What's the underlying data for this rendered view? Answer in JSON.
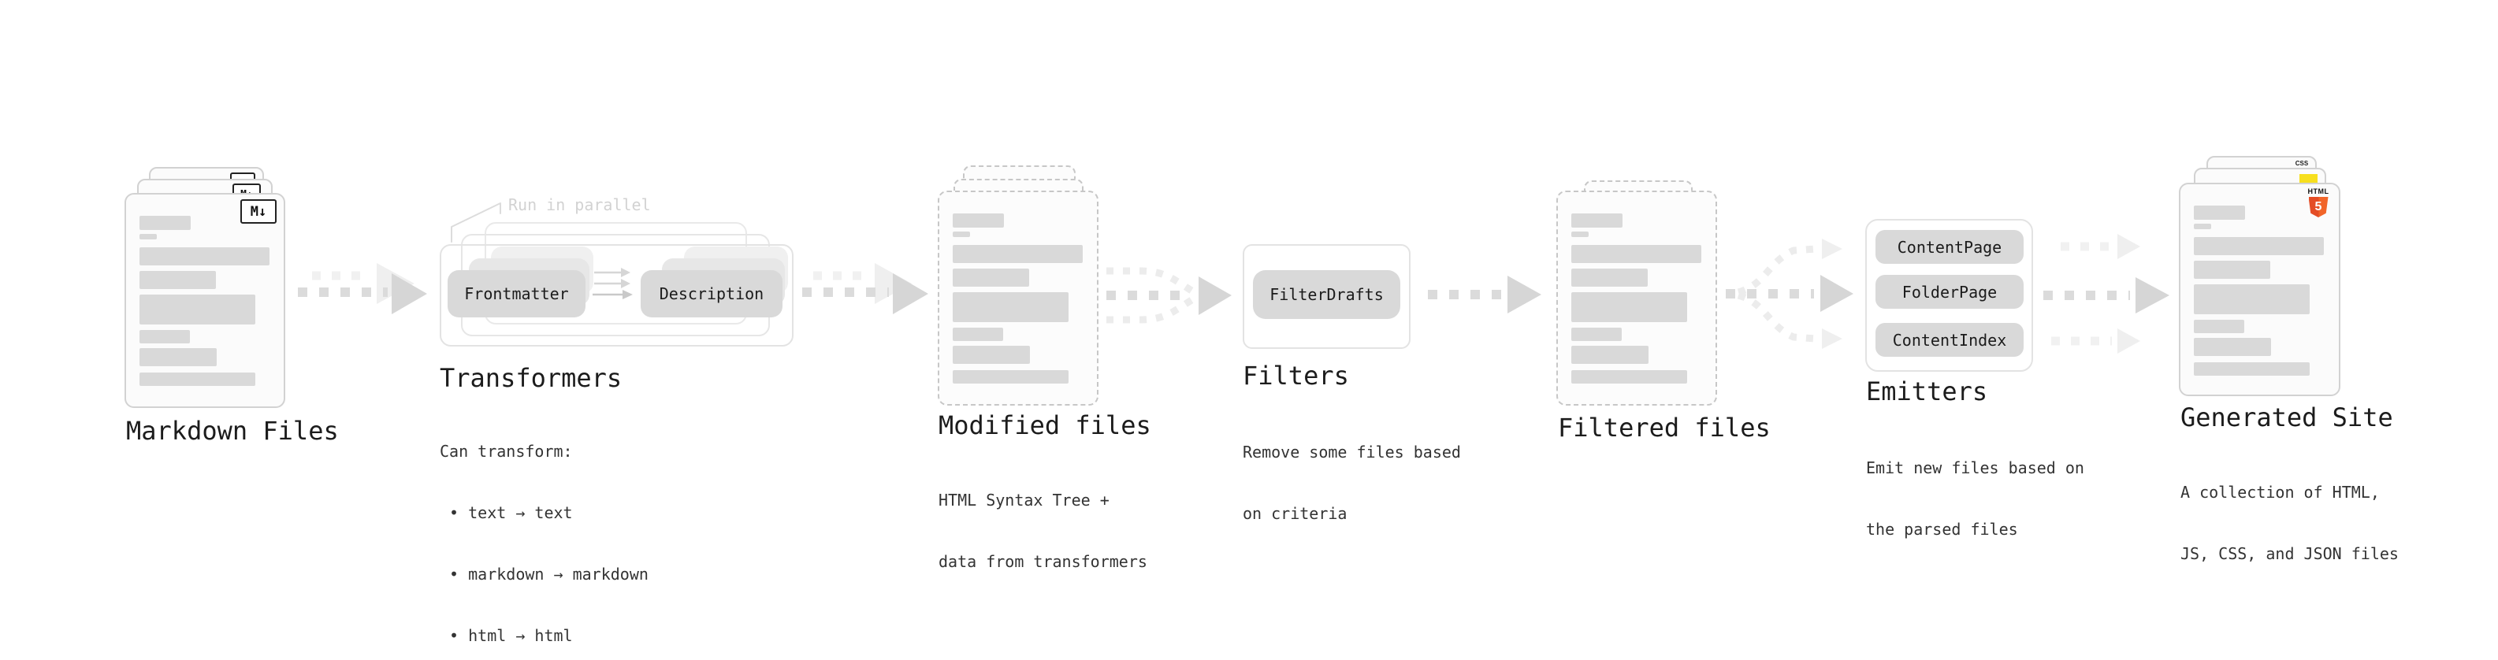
{
  "stages": {
    "markdown": {
      "title": "Markdown Files"
    },
    "transformers": {
      "title": "Transformers",
      "annotation": "Run in parallel",
      "pill_a": "Frontmatter",
      "pill_b": "Description",
      "body": [
        "Can transform:",
        " • text → text",
        " • markdown → markdown",
        " • html → html"
      ]
    },
    "modified": {
      "title": "Modified files",
      "body": [
        "HTML Syntax Tree +",
        "data from transformers"
      ]
    },
    "filters": {
      "title": "Filters",
      "pill": "FilterDrafts",
      "body": [
        "Remove some files based",
        "on criteria"
      ]
    },
    "filtered": {
      "title": "Filtered files"
    },
    "emitters": {
      "title": "Emitters",
      "pills": [
        "ContentPage",
        "FolderPage",
        "ContentIndex"
      ],
      "body": [
        "Emit new files based on",
        "the parsed files"
      ]
    },
    "generated": {
      "title": "Generated Site",
      "body": [
        "A collection of HTML,",
        "JS, CSS, and JSON files"
      ]
    }
  },
  "icons": {
    "markdown_badge": "M↓",
    "html5_wordmark": "HTML",
    "html5_numeral": "5",
    "css_badge": "CSS"
  },
  "colors": {
    "html5_orange": "#e44d26",
    "js_yellow": "#f7df1e",
    "css_blue": "#2f6fe4",
    "skeleton_gray": "#d9d9d9"
  }
}
